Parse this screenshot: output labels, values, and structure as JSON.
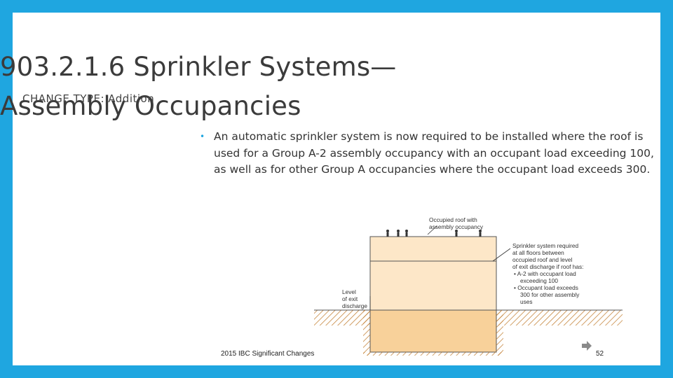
{
  "slide": {
    "title_line1": "903.2.1.6 Sprinkler Systems—",
    "title_line2": "Assembly Occupancies",
    "change_type": "CHANGE TYPE: Addition",
    "bullet_text": "An automatic sprinkler system is now required to be installed where the roof is used for a Group A-2 assembly occupancy with an occupant load exceeding 100, as well as for other Group A occupancies where the occupant load exceeds 300."
  },
  "figure": {
    "label_roof_1": "Occupied roof with",
    "label_roof_2": "assembly occupancy",
    "label_sprinkler_1": "Sprinkler system required",
    "label_sprinkler_2": "at all floors between",
    "label_sprinkler_3": "occupied roof and level",
    "label_sprinkler_4": "of exit discharge if roof has:",
    "label_sprinkler_5": "• A-2 with occupant load",
    "label_sprinkler_6": "exceeding 100",
    "label_sprinkler_7": "• Occupant load exceeds",
    "label_sprinkler_8": "300 for other assembly",
    "label_sprinkler_9": "uses",
    "label_exit_1": "Level",
    "label_exit_2": "of exit",
    "label_exit_3": "discharge",
    "colors": {
      "building_fill": "#fde7c8",
      "ground_hatch": "#c07a2a",
      "accent": "#1fa6e0"
    }
  },
  "footer": {
    "source": "2015 IBC Significant Changes",
    "page_number": "52"
  },
  "icons": {
    "next": "arrow-right-icon"
  }
}
